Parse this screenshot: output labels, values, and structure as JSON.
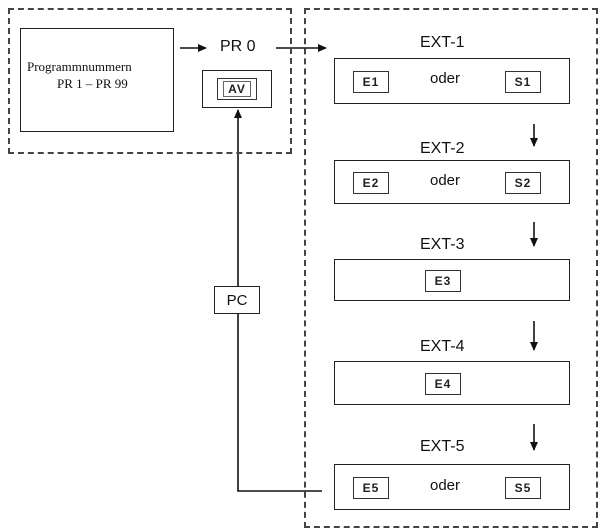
{
  "program_box": {
    "line1": "Programmnummern",
    "line2": "PR 1 – PR 99"
  },
  "pr0_label": "PR 0",
  "av_key": "AV",
  "pc_label": "PC",
  "ext_blocks": [
    {
      "title": "EXT-1",
      "left_key": "E1",
      "connector": "oder",
      "right_key": "S1"
    },
    {
      "title": "EXT-2",
      "left_key": "E2",
      "connector": "oder",
      "right_key": "S2"
    },
    {
      "title": "EXT-3",
      "center_key": "E3"
    },
    {
      "title": "EXT-4",
      "center_key": "E4"
    },
    {
      "title": "EXT-5",
      "left_key": "E5",
      "connector": "oder",
      "right_key": "S5"
    }
  ]
}
